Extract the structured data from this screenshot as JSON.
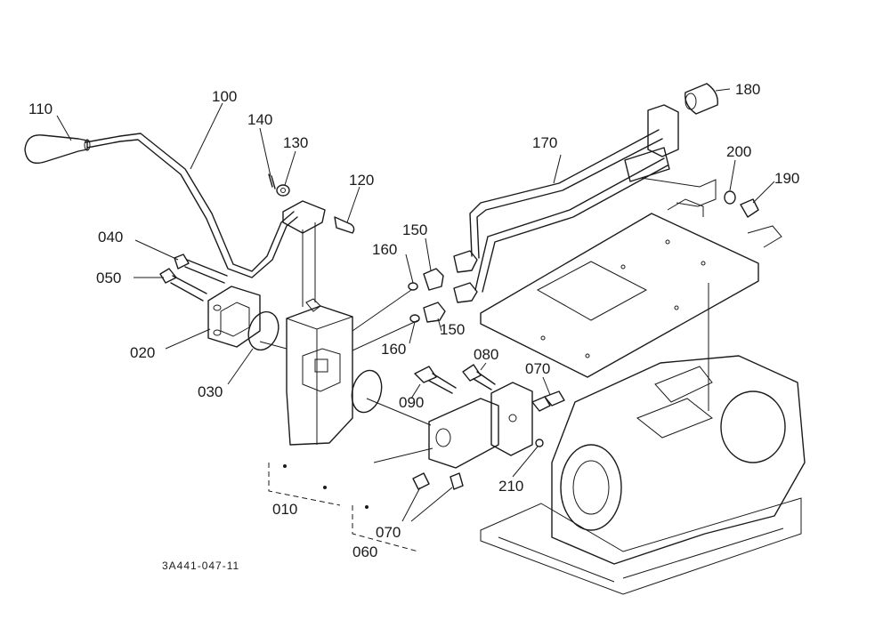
{
  "drawing_code": "3A441-047-11",
  "labels": {
    "p110": "110",
    "p100": "100",
    "p140": "140",
    "p130": "130",
    "p120": "120",
    "p040": "040",
    "p050": "050",
    "p020": "020",
    "p030": "030",
    "p010": "010",
    "p160a": "160",
    "p150a": "150",
    "p160b": "160",
    "p150b": "150",
    "p170": "170",
    "p180": "180",
    "p200": "200",
    "p190": "190",
    "p080": "080",
    "p070a": "070",
    "p090": "090",
    "p210": "210",
    "p070b": "070",
    "p060": "060"
  }
}
